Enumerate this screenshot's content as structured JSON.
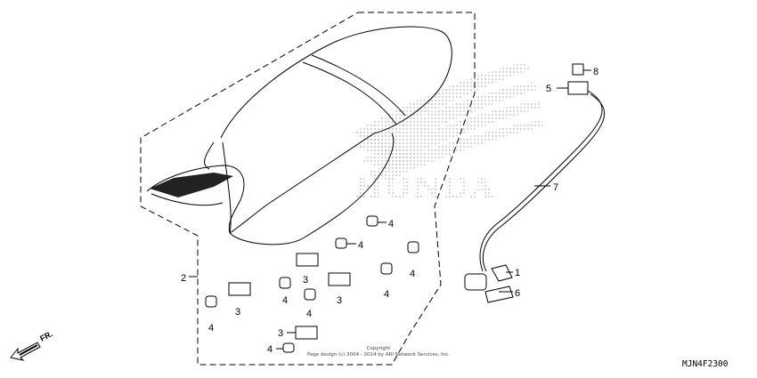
{
  "diagram": {
    "callouts": [
      "1",
      "2",
      "3",
      "4",
      "5",
      "6",
      "7",
      "8"
    ],
    "watermark_text": "HONDA",
    "front_label": "FR.",
    "copyright_lines": [
      "Copyright",
      "Page design (c) 2004 - 2014 by ARI Network Services, Inc."
    ],
    "ref_code": "MJN4F2300",
    "colors": {
      "ink": "#000000",
      "watermark": "#c8c8c8"
    }
  }
}
